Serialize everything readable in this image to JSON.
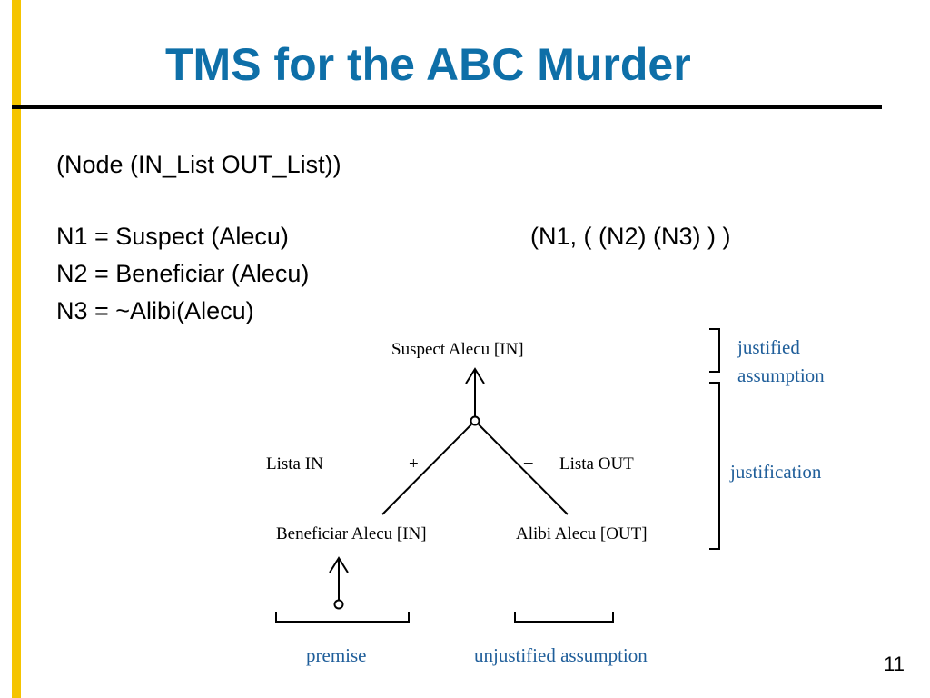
{
  "colors": {
    "accent_bar": "#F5C400",
    "title": "#0E6FA8",
    "label_blue": "#1F5E9A",
    "text": "#000000"
  },
  "title": "TMS for the ABC Murder",
  "body": {
    "format_line": "(Node (IN_List   OUT_List))",
    "n1": "N1 = Suspect (Alecu)",
    "n1_notation": "(N1, ( (N2)  (N3) ) )",
    "n2": "N2 = Beneficiar (Alecu)",
    "n3": "N3 = ~Alibi(Alecu)"
  },
  "diagram": {
    "top_node": "Suspect Alecu  [IN]",
    "left_node": "Beneficiar Alecu  [IN]",
    "right_node": "Alibi Alecu  [OUT]",
    "in_list_label": "Lista IN",
    "out_list_label": "Lista OUT",
    "plus_sign": "+",
    "minus_sign": "–",
    "justified_assumption_line1": "justified",
    "justified_assumption_line2": "assumption",
    "justification": "justification",
    "premise": "premise",
    "unjustified_assumption": "unjustified assumption"
  },
  "page_number": "11"
}
